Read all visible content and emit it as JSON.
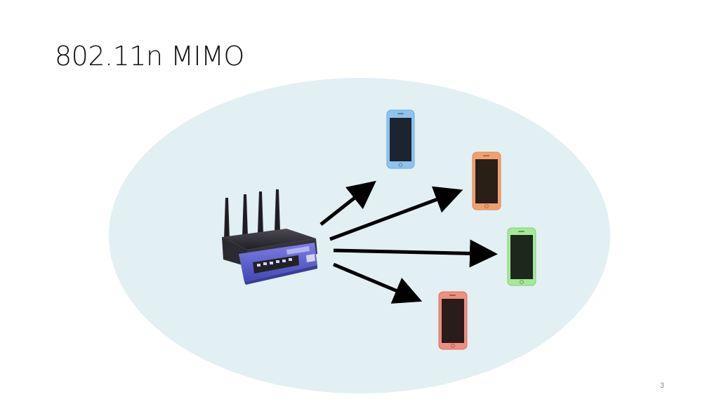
{
  "slide": {
    "title": "802.11n MIMO",
    "page_number": "3"
  },
  "colors": {
    "coverage_area": "#e2eff3",
    "arrow": "#000000",
    "router_body": "#2d2d33",
    "router_faceplate": "#5b5fd0",
    "phone_blue": "#8fc3ee",
    "phone_orange": "#f0a070",
    "phone_green": "#a6e89a",
    "phone_salmon": "#ee8f80",
    "phone_screen": "#1c1c1c"
  },
  "diagram": {
    "router": {
      "antenna_count": 4,
      "icon": "wireless-router-icon"
    },
    "phones": [
      {
        "name": "phone-blue",
        "color": "#8fc3ee",
        "icon": "smartphone-icon"
      },
      {
        "name": "phone-orange",
        "color": "#f0a070",
        "icon": "smartphone-icon"
      },
      {
        "name": "phone-green",
        "color": "#a6e89a",
        "icon": "smartphone-icon"
      },
      {
        "name": "phone-salmon",
        "color": "#ee8f80",
        "icon": "smartphone-icon"
      }
    ],
    "streams": 4
  }
}
